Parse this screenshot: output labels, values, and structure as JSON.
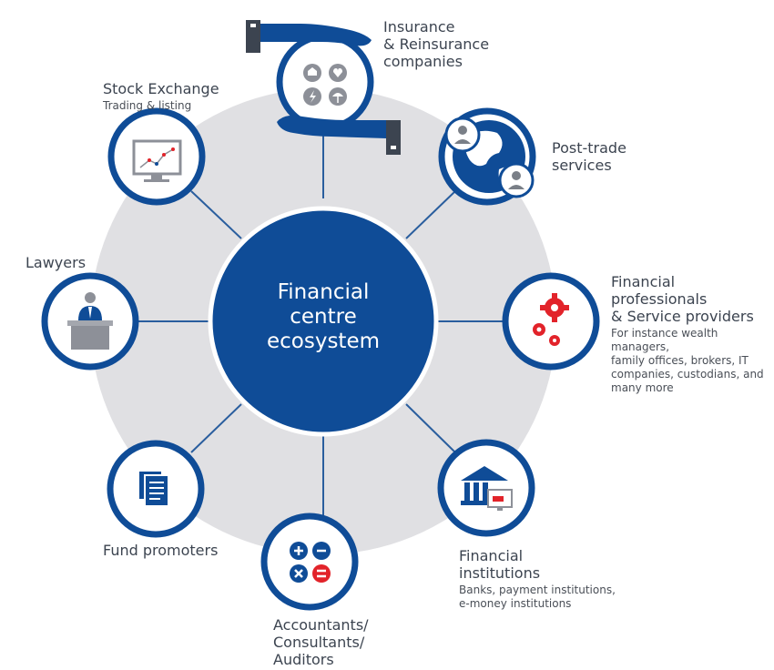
{
  "center": {
    "label": "Financial\ncentre\necosystem"
  },
  "nodes": {
    "insurance": {
      "title": "Insurance\n& Reinsurance\ncompanies",
      "icon": "hands-holding-insurance-icon"
    },
    "post_trade": {
      "title": "Post-trade\nservices",
      "icon": "globe-people-icon"
    },
    "financial_professionals": {
      "title": "Financial professionals\n& Service providers",
      "subtitle": "For instance wealth managers,\nfamily offices, brokers, IT\ncompanies, custodians, and\nmany more",
      "icon": "gears-icon"
    },
    "financial_institutions": {
      "title": "Financial\ninstitutions",
      "subtitle": "Banks, payment institutions,\ne-money institutions",
      "icon": "bank-icon"
    },
    "accountants": {
      "title": "Accountants/\nConsultants/\nAuditors",
      "icon": "calculator-icon"
    },
    "fund_promoters": {
      "title": "Fund promoters",
      "icon": "documents-icon"
    },
    "lawyers": {
      "title": "Lawyers",
      "icon": "lawyer-podium-icon"
    },
    "stock_exchange": {
      "title": "Stock Exchange",
      "subtitle": "Trading & listing",
      "icon": "chart-monitor-icon"
    }
  },
  "colors": {
    "primary_blue": "#0f4c97",
    "ring_grey": "#e0e0e3",
    "line_blue": "#2a5e9e",
    "accent_red": "#e2232a",
    "text_dark": "#3c4450"
  }
}
